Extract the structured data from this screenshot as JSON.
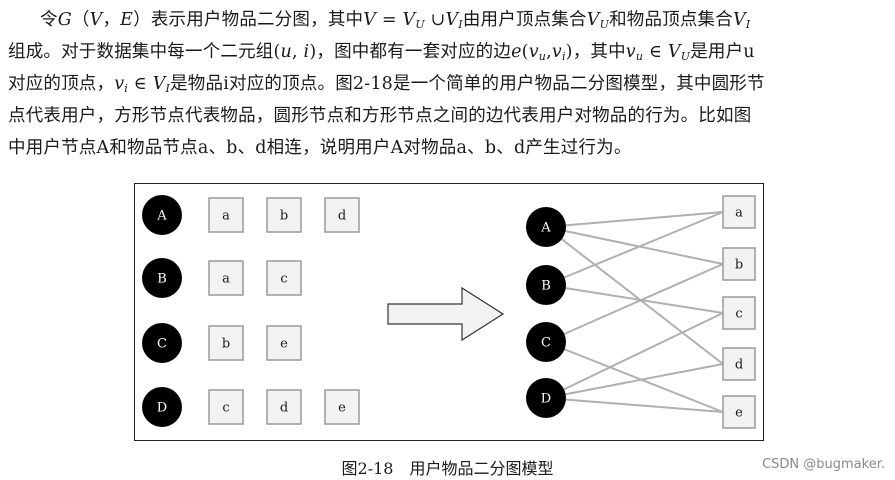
{
  "paragraph": {
    "l1_a": "令",
    "l1_b": "G",
    "l1_c": "（",
    "l1_d": "V",
    "l1_e": "，",
    "l1_f": "E",
    "l1_g": "）表示用户物品二分图，其中",
    "l1_h": "V",
    "l1_i": " = ",
    "l1_j": "V",
    "l1_k": "U",
    "l1_l": " ∪",
    "l1_m": "V",
    "l1_n": "I",
    "l1_o": "由用户顶点集合",
    "l1_p": "V",
    "l1_q": "U",
    "l1_r": "和物品顶点集合",
    "l1_s": "V",
    "l1_t": "I",
    "l2_a": "组成。对于数据集中每一个二元组(",
    "l2_b": "u",
    "l2_c": ", ",
    "l2_d": "i",
    "l2_e": ")，图中都有一套对应的边",
    "l2_f": "e",
    "l2_g": "(",
    "l2_h": "v",
    "l2_i": "u",
    "l2_j": ",",
    "l2_k": "v",
    "l2_l": "i",
    "l2_m": ")",
    "l2_n": "，其中",
    "l2_o": "v",
    "l2_p": "u",
    "l2_q": " ∈ ",
    "l2_r": "V",
    "l2_s": "U",
    "l2_t": "是用户u",
    "l3_a": "对应的顶点，",
    "l3_b": "v",
    "l3_c": "i",
    "l3_d": " ∈ ",
    "l3_e": "V",
    "l3_f": "I",
    "l3_g": "是物品i对应的顶点。图2-18是一个简单的用户物品二分图模型，其中圆形节",
    "l4": "点代表用户，方形节点代表物品，圆形节点和方形节点之间的边代表用户对物品的行为。比如图",
    "l5": "中用户节点A和物品节点a、b、d相连，说明用户A对物品a、b、d产生过行为。"
  },
  "figure": {
    "left_panel": [
      {
        "user": "A",
        "items": [
          "a",
          "b",
          "d"
        ]
      },
      {
        "user": "B",
        "items": [
          "a",
          "c"
        ]
      },
      {
        "user": "C",
        "items": [
          "b",
          "e"
        ]
      },
      {
        "user": "D",
        "items": [
          "c",
          "d",
          "e"
        ]
      }
    ],
    "graph_users": [
      "A",
      "B",
      "C",
      "D"
    ],
    "graph_items": [
      "a",
      "b",
      "c",
      "d",
      "e"
    ],
    "colors": {
      "user_node": "#000000",
      "item_fill": "#f2f2f2",
      "item_stroke": "#9a9a9a",
      "edge": "#b0b0b0",
      "arrow_fill": "#f2f2f2"
    }
  },
  "caption": "图2-18　用户物品二分图模型",
  "watermark": "CSDN @bugmaker."
}
